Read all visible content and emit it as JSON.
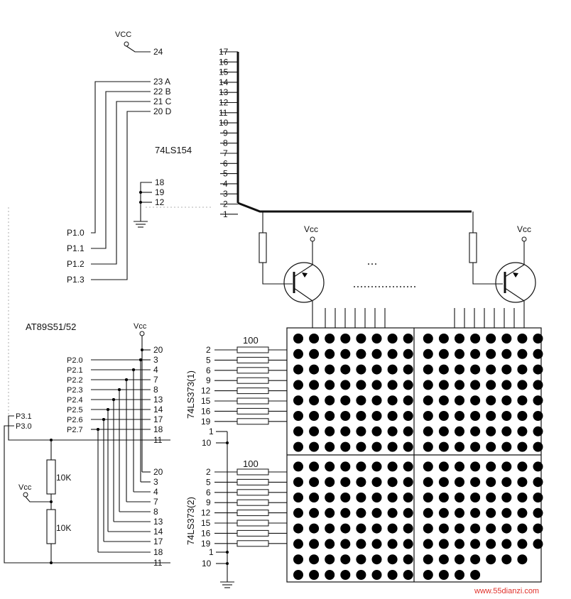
{
  "labels": {
    "vcc_top": "VCC",
    "pin24": "24",
    "p154_abcd": [
      "23 A",
      "22 B",
      "21 C",
      "20 D"
    ],
    "p154_gnd": [
      "18",
      "19",
      "12"
    ],
    "p154_outputs": [
      "17",
      "16",
      "15",
      "14",
      "13",
      "12",
      "11",
      "10",
      "9",
      "8",
      "7",
      "6",
      "5",
      "4",
      "3",
      "2",
      "1"
    ],
    "chip_154": "74LS154",
    "p1": [
      "P1.0",
      "P1.1",
      "P1.2",
      "P1.3"
    ],
    "chip_mcu": "AT89S51/52",
    "vcc_mcu": "Vcc",
    "p2": [
      "P2.0",
      "P2.1",
      "P2.2",
      "P2.3",
      "P2.4",
      "P2.5",
      "P2.6",
      "P2.7"
    ],
    "latch_pins_1": [
      "20",
      "3",
      "4",
      "7",
      "8",
      "13",
      "14",
      "17",
      "18",
      "11"
    ],
    "latch_pins_2": [
      "20",
      "3",
      "4",
      "7",
      "8",
      "13",
      "14",
      "17",
      "18",
      "11"
    ],
    "p3": [
      "P3.1",
      "P3.0"
    ],
    "vcc_divider": "Vcc",
    "r_divider": [
      "10K",
      "10K"
    ],
    "chip_373_1": "74LS373(1)",
    "chip_373_2": "74LS373(2)",
    "out_pins_373": [
      "2",
      "5",
      "6",
      "9",
      "12",
      "15",
      "16",
      "19"
    ],
    "oe_pins": [
      "1",
      "10"
    ],
    "r_row": "100",
    "vcc_tr": [
      "Vcc",
      "Vcc"
    ],
    "watermark": "www.55dianzi.com"
  }
}
